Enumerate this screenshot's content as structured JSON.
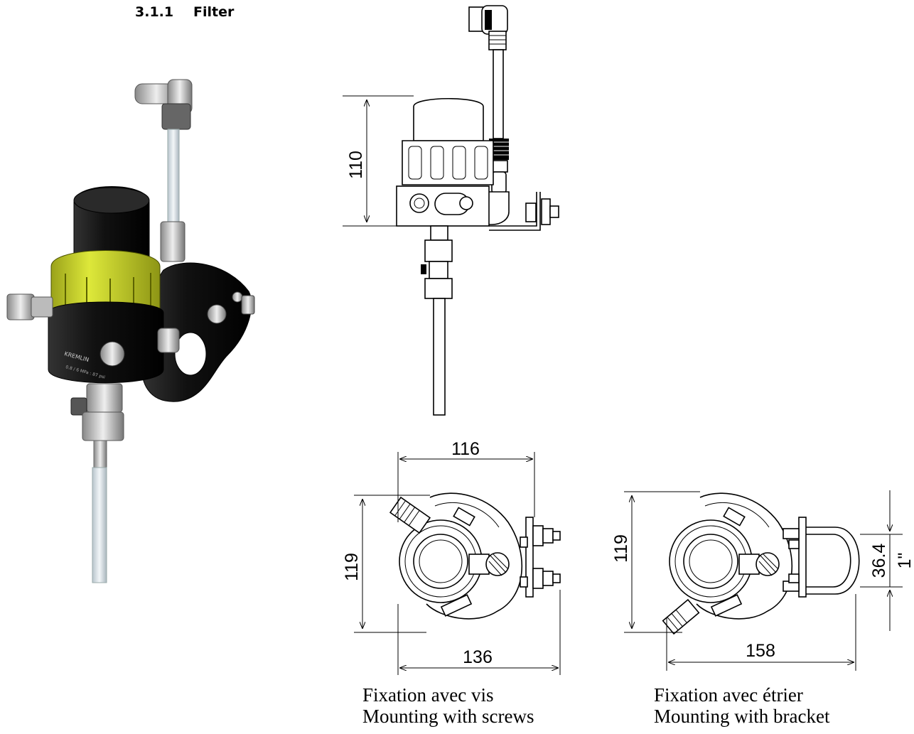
{
  "section": {
    "number": "3.1.1",
    "title": "Filter"
  },
  "dimensions": {
    "side_height": "110",
    "top_width_upper": "116",
    "screws_height": "119",
    "screws_width": "136",
    "bracket_height": "119",
    "bracket_width": "158",
    "bracket_side_metric": "36.4",
    "bracket_side_imperial": "1\""
  },
  "captions": {
    "screws_fr": "Fixation avec vis",
    "screws_en": "Mounting with screws",
    "bracket_fr": "Fixation avec étrier",
    "bracket_en": "Mounting with bracket"
  },
  "render_colors": {
    "housing": "#1a1a1a",
    "ring": "#c9d52a",
    "metal": "#c8c8c8"
  },
  "label_text": {
    "brand": "KREMLIN",
    "rating": "0.8 / 6 MPa : 87 psi"
  }
}
